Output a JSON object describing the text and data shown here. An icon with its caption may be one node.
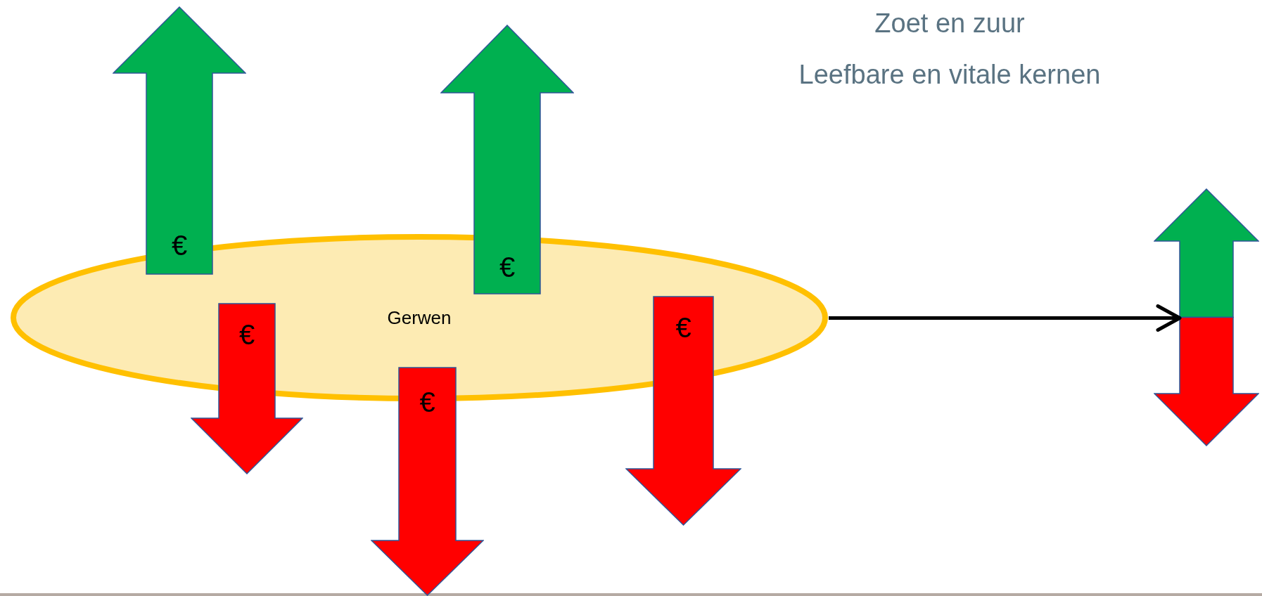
{
  "diagram": {
    "title": "Zoet en zuur",
    "nodes": [
      {
        "text": [
          "Gerwen"
        ]
      },
      {
        "text": [
          "€"
        ]
      },
      {
        "text": [
          "€"
        ]
      },
      {
        "text": [
          "€"
        ]
      },
      {
        "text": [
          "€"
        ]
      },
      {
        "text": [
          "€"
        ]
      },
      {
        "text": [],
        "shape": "arrow"
      }
    ],
    "edges": [
      {
        "from": 0,
        "to": 6,
        "arrow": "to"
      }
    ],
    "labels": [
      "Leefbare en vitale kernen"
    ]
  }
}
